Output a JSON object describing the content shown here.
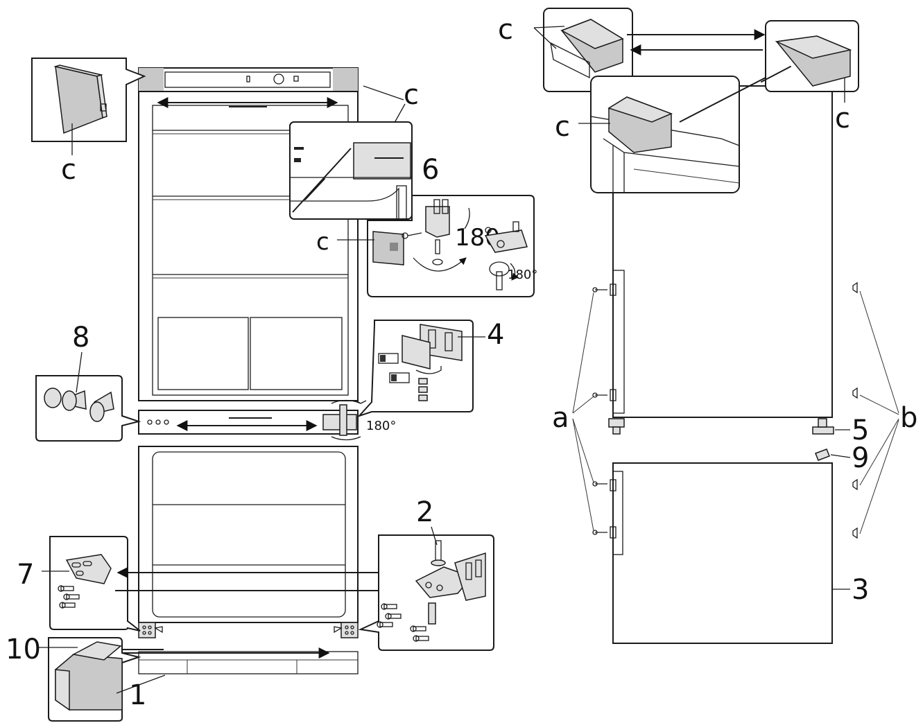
{
  "labels": {
    "c": "c",
    "a": "a",
    "b": "b",
    "n1": "1",
    "n2": "2",
    "n3": "3",
    "n4": "4",
    "n5": "5",
    "n6": "6",
    "n7": "7",
    "n8": "8",
    "n9": "9",
    "n10": "10",
    "deg180": "180°",
    "deg180plain": "180"
  },
  "colors": {
    "line": "#1a1a1a",
    "door_fill": "#d4d4d4",
    "part_grey": "#c9c9c9"
  }
}
